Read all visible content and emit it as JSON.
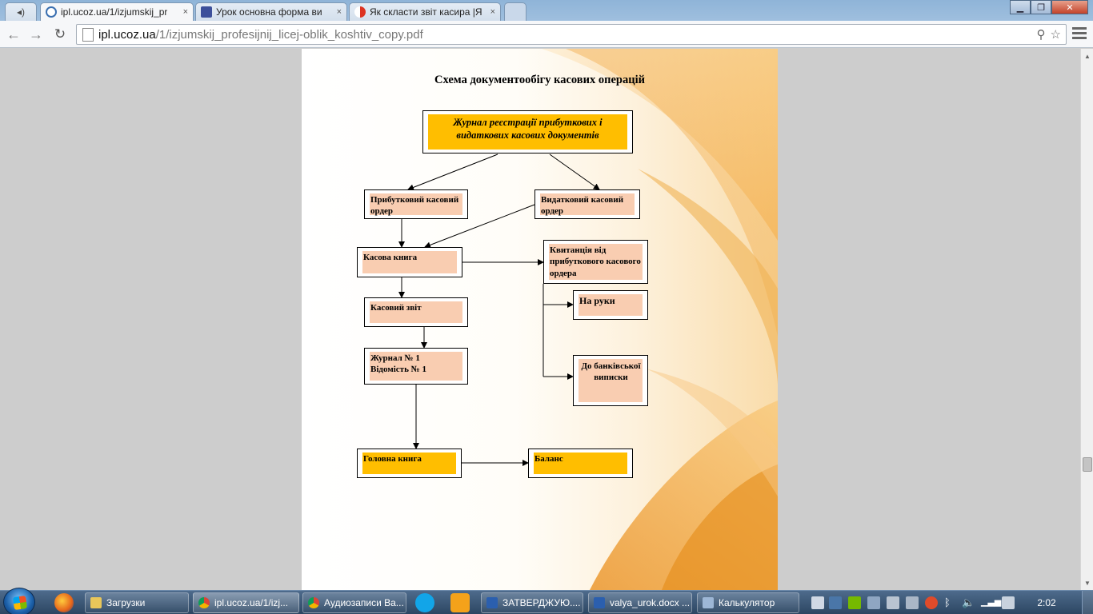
{
  "browser": {
    "tabs": [
      {
        "title": "ipl.ucoz.ua/1/izjumskij_pr",
        "active": true
      },
      {
        "title": "Урок основна форма ви",
        "active": false
      },
      {
        "title": "Як скласти звіт касира |Я",
        "active": false
      }
    ],
    "tab_close_glyph": "×",
    "url_host": "ipl.ucoz.ua",
    "url_path": "/1/izjumskij_profesijnij_licej-oblik_koshtiv_copy.pdf"
  },
  "document": {
    "title": "Схема документообігу касових операцій",
    "nodes": {
      "journal": "Журнал реєстрації прибуткових і видаткових касових документів",
      "receipt_order": "Прибутковий касовий ордер",
      "expense_order": "Видатковий касовий ордер",
      "cash_book": "Касова книга",
      "receipt_stub": "Квитанція від прибуткового касового ордера",
      "handout": "На руки",
      "cash_report": "Касовий звіт",
      "journal_no1": "Журнал № 1",
      "statement_no1": "Відомість № 1",
      "bank_statement": "До банківської виписки",
      "general_ledger": "Головна книга",
      "balance": "Баланс"
    },
    "colors": {
      "orange": "#ffbe00",
      "peach": "#f9cdb1"
    }
  },
  "taskbar": {
    "items": [
      {
        "label": "Загрузки",
        "active": false
      },
      {
        "label": "ipl.ucoz.ua/1/izj...",
        "active": true
      },
      {
        "label": "Аудиозаписи Ва...",
        "active": false
      },
      {
        "label": "ЗАТВЕРДЖУЮ....",
        "active": false
      },
      {
        "label": "valya_urok.docx ...",
        "active": false
      },
      {
        "label": "Калькулятор",
        "active": false
      }
    ],
    "clock": "2:02"
  }
}
